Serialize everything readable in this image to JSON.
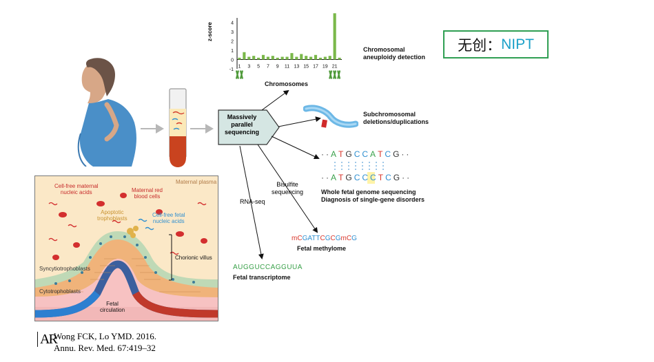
{
  "badge": {
    "prefix": "无创：",
    "accent": "NIPT",
    "accent_color": "#1aa0c8",
    "border_color": "#2e9e52"
  },
  "chart_data": {
    "type": "bar",
    "x": [
      1,
      2,
      3,
      4,
      5,
      6,
      7,
      8,
      9,
      10,
      11,
      12,
      13,
      14,
      15,
      16,
      17,
      18,
      19,
      20,
      21,
      22
    ],
    "values": [
      0.2,
      0.8,
      0.3,
      0.4,
      0.2,
      0.5,
      0.3,
      0.4,
      0.2,
      0.3,
      0.3,
      0.7,
      0.3,
      0.6,
      0.4,
      0.3,
      0.5,
      0.2,
      0.3,
      0.4,
      5.0,
      0.2
    ],
    "xticks": [
      "1",
      "3",
      "5",
      "7",
      "9",
      "11",
      "13",
      "15",
      "17",
      "19",
      "21"
    ],
    "yticks": [
      "4",
      "3",
      "2",
      "1",
      "0",
      "-1"
    ],
    "ylabel": "z-score",
    "xlabel": "Chromosomes",
    "ylim": [
      -1,
      4.5
    ],
    "bar_color": "#7ab84a"
  },
  "labels": {
    "massive": [
      "Massively",
      "parallel",
      "sequencing"
    ],
    "chrom_aneu": [
      "Chromosomal",
      "aneuploidy detection"
    ],
    "subchrom": [
      "Subchromosomal",
      "deletions/duplications"
    ],
    "seq_top": [
      "·",
      "·",
      "A",
      "T",
      "G",
      "C",
      "C",
      "A",
      "T",
      "C",
      "G",
      "·",
      "·"
    ],
    "seq_bottom": [
      "·",
      "·",
      "A",
      "T",
      "G",
      "C",
      "C",
      "C",
      "T",
      "C",
      "G",
      "·",
      "·"
    ],
    "whole_genome": [
      "Whole fetal genome sequencing",
      "Diagnosis of single-gene disorders"
    ],
    "bisulfite": [
      "Bisulfite",
      "sequencing"
    ],
    "methyl_seq": [
      {
        "t": "mC",
        "c": "#d9362b"
      },
      {
        "t": "GATT",
        "c": "#2f8fd0"
      },
      {
        "t": "C",
        "c": "#d9362b"
      },
      {
        "t": "G",
        "c": "#2f8fd0"
      },
      {
        "t": "C",
        "c": "#d9362b"
      },
      {
        "t": "G",
        "c": "#2f8fd0"
      },
      {
        "t": "mC",
        "c": "#d9362b"
      },
      {
        "t": "G",
        "c": "#2f8fd0"
      }
    ],
    "fetal_methylome": "Fetal methylome",
    "rnaseq": "RNA-seq",
    "transcript_seq": "AUGGUCCAGGUUA",
    "fetal_transcriptome": "Fetal transcriptome"
  },
  "placenta": {
    "maternal_plasma": "Maternal plasma",
    "cf_maternal": [
      "Cell-free maternal",
      "nucleic acids"
    ],
    "maternal_rbc": [
      "Maternal red",
      "blood cells"
    ],
    "apoptotic": [
      "Apoptotic",
      "trophoblasts"
    ],
    "cf_fetal": [
      "Cell-free fetal",
      "nucleic acids"
    ],
    "chorionic_villus": "Chorionic villus",
    "syncytio": "Syncytiotrophoblasts",
    "cyto": "Cytotrophoblasts",
    "fetal_circ": [
      "Fetal",
      "circulation"
    ]
  },
  "citation": {
    "logo": "AR",
    "line1": "Wong FCK, Lo YMD. 2016.",
    "line2": "Annu. Rev. Med. 67:419–32"
  }
}
